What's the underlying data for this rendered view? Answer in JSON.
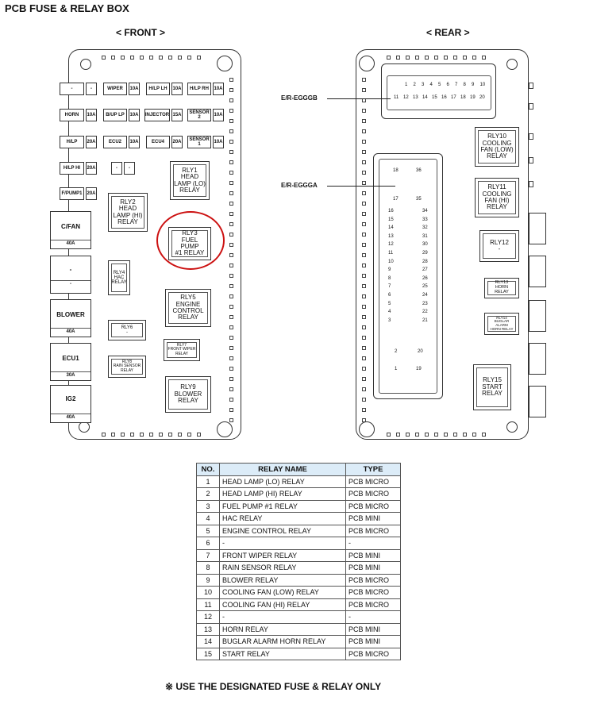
{
  "title": "PCB FUSE & RELAY BOX",
  "front_label": "< FRONT >",
  "rear_label": "< REAR >",
  "front": {
    "fuses": [
      {
        "name": "-",
        "amp": "-"
      },
      {
        "name": "WIPER",
        "amp": "10A"
      },
      {
        "name": "H/LP LH",
        "amp": "10A"
      },
      {
        "name": "H/LP RH",
        "amp": "10A"
      },
      {
        "name": "HORN",
        "amp": "10A"
      },
      {
        "name": "B/UP LP",
        "amp": "10A"
      },
      {
        "name": "INJECTOR",
        "amp": "15A"
      },
      {
        "name": "SENSOR 2",
        "amp": "10A"
      },
      {
        "name": "H/LP",
        "amp": "20A"
      },
      {
        "name": "ECU2",
        "amp": "10A"
      },
      {
        "name": "ECU4",
        "amp": "20A"
      },
      {
        "name": "SENSOR 1",
        "amp": "10A"
      },
      {
        "name": "H/LP HI",
        "amp": "20A"
      },
      {
        "name": "-",
        "amp": "-"
      },
      {
        "name": "F/PUMP1",
        "amp": "20A"
      }
    ],
    "main_fuses": [
      {
        "name": "C/FAN",
        "amp": "40A"
      },
      {
        "name": "-",
        "amp": "-"
      },
      {
        "name": "BLOWER",
        "amp": "40A"
      },
      {
        "name": "ECU1",
        "amp": "30A"
      },
      {
        "name": "IG2",
        "amp": "40A"
      }
    ],
    "relays": {
      "rly1": [
        "RLY1",
        "HEAD",
        "LAMP (LO)",
        "RELAY"
      ],
      "rly2": [
        "RLY2",
        "HEAD",
        "LAMP (HI)",
        "RELAY"
      ],
      "rly3": [
        "RLY3",
        "FUEL PUMP",
        "#1 RELAY"
      ],
      "rly4": [
        "RLY4",
        "HAC",
        "RELAY"
      ],
      "rly5": [
        "RLY5",
        "ENGINE",
        "CONTROL",
        "RELAY"
      ],
      "rly6": [
        "RLY6",
        "-"
      ],
      "rly7": [
        "RLY7",
        "FRONT WIPER",
        "RELAY"
      ],
      "rly8": [
        "RLY8",
        "RAIN SENSOR",
        "RELAY"
      ],
      "rly9": [
        "RLY9",
        "BLOWER",
        "RELAY"
      ]
    }
  },
  "rear": {
    "connector_b": "E/R-EGGGB",
    "connector_a": "E/R-EGGGA",
    "conn_b_top": [
      "1",
      "2",
      "3",
      "4",
      "5",
      "6",
      "7",
      "8",
      "9",
      "10"
    ],
    "conn_b_bottom": [
      "11",
      "12",
      "13",
      "14",
      "15",
      "16",
      "17",
      "18",
      "19",
      "20"
    ],
    "conn_a_top": [
      "18",
      "36"
    ],
    "conn_a_mid": [
      "17",
      "35"
    ],
    "conn_a_left": [
      "16",
      "15",
      "14",
      "13",
      "12",
      "11",
      "10",
      "9",
      "8",
      "7",
      "6",
      "5",
      "4",
      "3"
    ],
    "conn_a_right": [
      "34",
      "33",
      "32",
      "31",
      "30",
      "29",
      "28",
      "27",
      "26",
      "25",
      "24",
      "23",
      "22",
      "21"
    ],
    "conn_a_bottom1": [
      "2",
      "20"
    ],
    "conn_a_bottom2": [
      "1",
      "19"
    ],
    "relays": {
      "rly10": [
        "RLY10",
        "COOLING",
        "FAN (LOW)",
        "RELAY"
      ],
      "rly11": [
        "RLY11",
        "COOLING",
        "FAN (HI)",
        "RELAY"
      ],
      "rly12": [
        "RLY12",
        "-"
      ],
      "rly13": [
        "RLY13",
        "HORN RELAY"
      ],
      "rly14": [
        "RLY14",
        "BUGLAR ALARM",
        "HORN RELAY"
      ],
      "rly15": [
        "RLY15",
        "START",
        "RELAY"
      ]
    }
  },
  "table": {
    "headers": [
      "NO.",
      "RELAY NAME",
      "TYPE"
    ],
    "rows": [
      [
        "1",
        "HEAD LAMP (LO) RELAY",
        "PCB MICRO"
      ],
      [
        "2",
        "HEAD LAMP (HI) RELAY",
        "PCB MICRO"
      ],
      [
        "3",
        "FUEL PUMP #1 RELAY",
        "PCB MICRO"
      ],
      [
        "4",
        "HAC RELAY",
        "PCB MINI"
      ],
      [
        "5",
        "ENGINE CONTROL RELAY",
        "PCB MICRO"
      ],
      [
        "6",
        "-",
        "-"
      ],
      [
        "7",
        "FRONT WIPER RELAY",
        "PCB MINI"
      ],
      [
        "8",
        "RAIN SENSOR RELAY",
        "PCB MINI"
      ],
      [
        "9",
        "BLOWER RELAY",
        "PCB MICRO"
      ],
      [
        "10",
        "COOLING FAN (LOW) RELAY",
        "PCB MICRO"
      ],
      [
        "11",
        "COOLING FAN (HI) RELAY",
        "PCB MICRO"
      ],
      [
        "12",
        "-",
        "-"
      ],
      [
        "13",
        "HORN RELAY",
        "PCB MINI"
      ],
      [
        "14",
        "BUGLAR ALARM HORN RELAY",
        "PCB MINI"
      ],
      [
        "15",
        "START RELAY",
        "PCB MICRO"
      ]
    ]
  },
  "footer": "※ USE THE DESIGNATED FUSE & RELAY ONLY",
  "colors": {
    "highlight": "#cc1111",
    "table_header": "#dcecf8"
  }
}
